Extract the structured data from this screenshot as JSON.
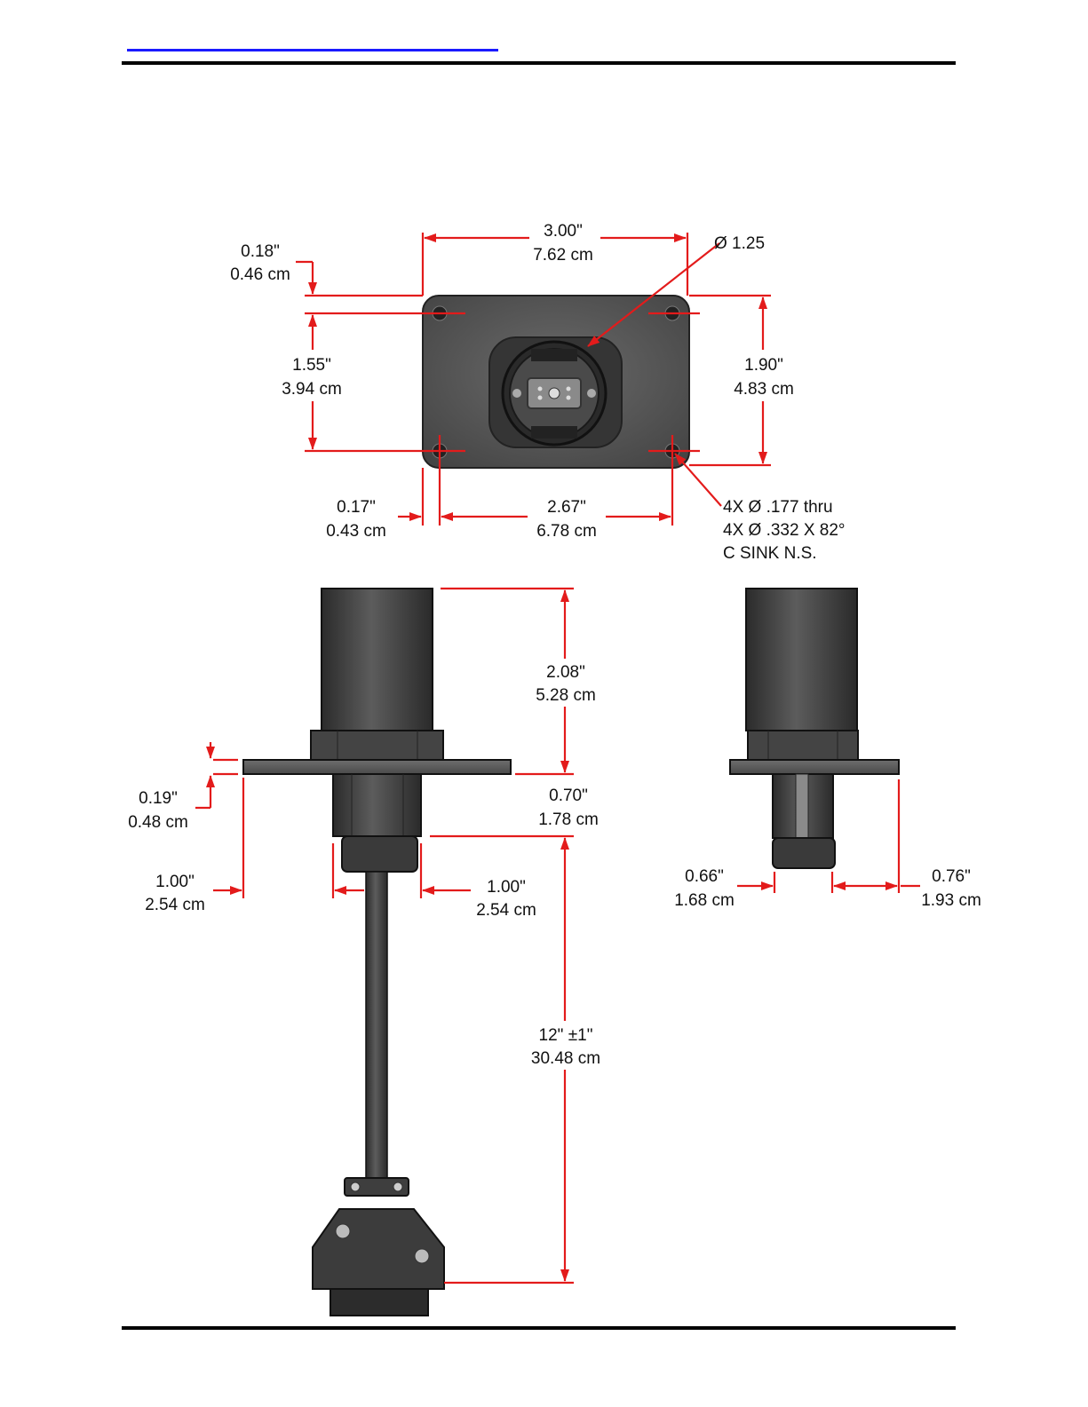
{
  "colors": {
    "dimension": "#e31b1b",
    "body_dark": "#3a3a3a",
    "body_mid": "#555555",
    "link": "#1a1aff",
    "rule": "#000000"
  },
  "top_view": {
    "width_in": "3.00\"",
    "width_cm": "7.62 cm",
    "bore": "Ø 1.25",
    "edge_offset_in": "0.18\"",
    "edge_offset_cm": "0.46 cm",
    "hole_vert_in": "1.55\"",
    "hole_vert_cm": "3.94 cm",
    "height_in": "1.90\"",
    "height_cm": "4.83 cm",
    "side_offset_in": "0.17\"",
    "side_offset_cm": "0.43 cm",
    "hole_horiz_in": "2.67\"",
    "hole_horiz_cm": "6.78 cm",
    "hole_note_1": "4X Ø .177 thru",
    "hole_note_2": "4X Ø .332 X 82°",
    "hole_note_3": "C SINK N.S."
  },
  "front_view": {
    "tube_in": "2.08\"",
    "tube_cm": "5.28 cm",
    "flange_in": "0.19\"",
    "flange_cm": "0.48 cm",
    "lower_in": "0.70\"",
    "lower_cm": "1.78 cm",
    "left_in": "1.00\"",
    "left_cm": "2.54 cm",
    "right_in": "1.00\"",
    "right_cm": "2.54 cm",
    "cable_in": "12\" ±1\"",
    "cable_cm": "30.48 cm"
  },
  "side_view": {
    "left_in": "0.66\"",
    "left_cm": "1.68 cm",
    "right_in": "0.76\"",
    "right_cm": "1.93 cm"
  }
}
